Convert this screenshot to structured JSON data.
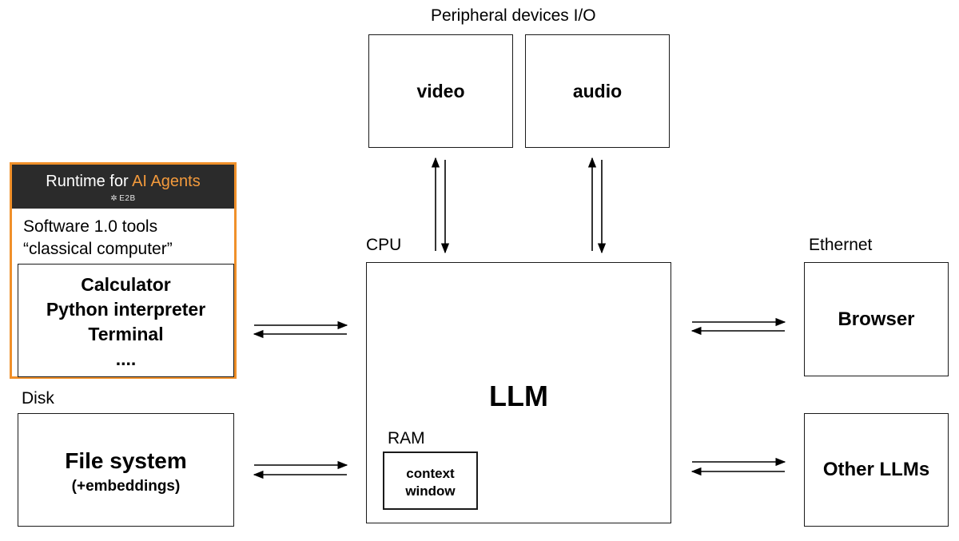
{
  "peripheral": {
    "title": "Peripheral devices I/O",
    "video": "video",
    "audio": "audio"
  },
  "runtime": {
    "title_prefix": "Runtime for ",
    "title_accent": "AI Agents",
    "brand": "E2B",
    "desc_line1": "Software 1.0 tools",
    "desc_line2": "“classical computer”",
    "tools": [
      "Calculator",
      "Python interpreter",
      "Terminal",
      "...."
    ]
  },
  "disk": {
    "label": "Disk",
    "title": "File system",
    "subtitle": "(+embeddings)"
  },
  "cpu": {
    "label": "CPU",
    "title": "LLM"
  },
  "ram": {
    "label": "RAM",
    "line1": "context",
    "line2": "window"
  },
  "ethernet": {
    "label": "Ethernet",
    "browser": "Browser",
    "other_llms": "Other LLMs"
  },
  "colors": {
    "accent": "#f0902a",
    "header_bg": "#2b2b2b",
    "stroke": "#1a1a1a"
  }
}
